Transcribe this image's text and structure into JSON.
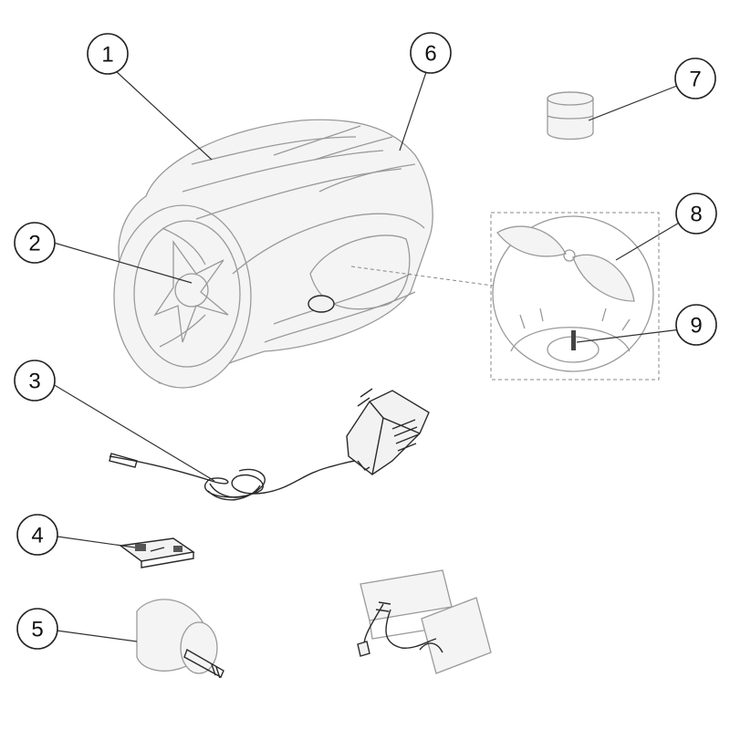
{
  "callouts": [
    {
      "id": "1",
      "label": "1",
      "part": "upper housing"
    },
    {
      "id": "2",
      "label": "2",
      "part": "front impeller"
    },
    {
      "id": "3",
      "label": "3",
      "part": "power adapter"
    },
    {
      "id": "4",
      "label": "4",
      "part": "circuit board"
    },
    {
      "id": "5",
      "label": "5",
      "part": "motor"
    },
    {
      "id": "6",
      "label": "6",
      "part": "outer housing"
    },
    {
      "id": "7",
      "label": "7",
      "part": "cap"
    },
    {
      "id": "8",
      "label": "8",
      "part": "propeller"
    },
    {
      "id": "9",
      "label": "9",
      "part": "shaft"
    }
  ],
  "colors": {
    "line_dark": "#2a2a2a",
    "line_light": "#9a9a9a",
    "background": "#ffffff"
  }
}
